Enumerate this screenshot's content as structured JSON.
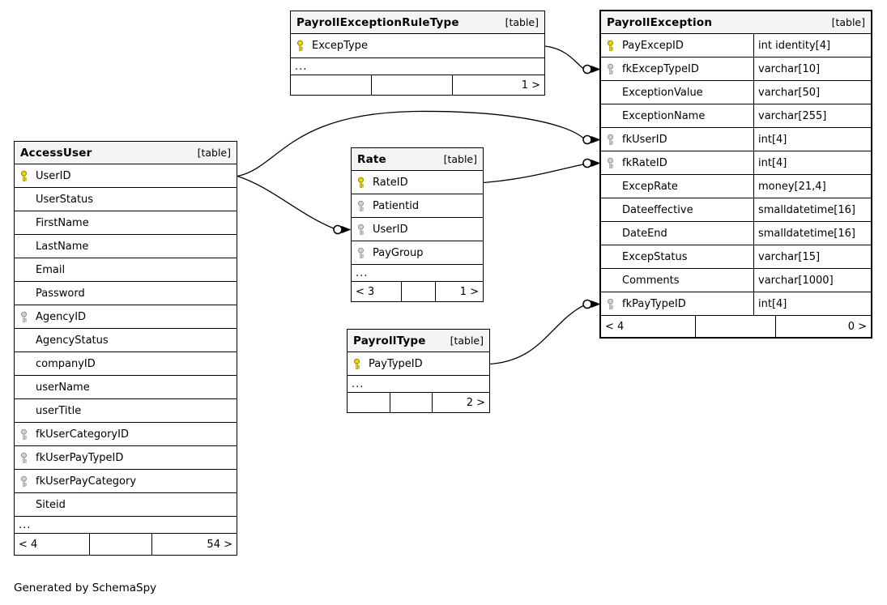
{
  "page": {
    "footer_note": "Generated by SchemaSpy"
  },
  "colors": {
    "background": "#ffffff",
    "border": "#000000",
    "header_bg": "#f4f4f4",
    "primary_key": "#e8d900",
    "primary_key_outline": "#8f8400",
    "foreign_key": "#d2d2d2",
    "foreign_key_outline": "#8f8f8f"
  },
  "tables": [
    {
      "name": "PayrollExceptionRuleType",
      "badge": "[table]",
      "emphasized": false,
      "show_types": false,
      "columns": [
        {
          "name": "ExcepType",
          "key": "primary",
          "type": null
        }
      ],
      "more_indicator": "...",
      "footer": {
        "parents": "",
        "middle": "",
        "children": "1 >"
      }
    },
    {
      "name": "PayrollException",
      "badge": "[table]",
      "emphasized": true,
      "show_types": true,
      "columns": [
        {
          "name": "PayExcepID",
          "key": "primary",
          "type": "int identity[4]"
        },
        {
          "name": "fkExcepTypeID",
          "key": "foreign",
          "type": "varchar[10]"
        },
        {
          "name": "ExceptionValue",
          "key": null,
          "type": "varchar[50]"
        },
        {
          "name": "ExceptionName",
          "key": null,
          "type": "varchar[255]"
        },
        {
          "name": "fkUserID",
          "key": "foreign",
          "type": "int[4]"
        },
        {
          "name": "fkRateID",
          "key": "foreign",
          "type": "int[4]"
        },
        {
          "name": "ExcepRate",
          "key": null,
          "type": "money[21,4]"
        },
        {
          "name": "Dateeffective",
          "key": null,
          "type": "smalldatetime[16]"
        },
        {
          "name": "DateEnd",
          "key": null,
          "type": "smalldatetime[16]"
        },
        {
          "name": "ExcepStatus",
          "key": null,
          "type": "varchar[15]"
        },
        {
          "name": "Comments",
          "key": null,
          "type": "varchar[1000]"
        },
        {
          "name": "fkPayTypeID",
          "key": "foreign",
          "type": "int[4]"
        }
      ],
      "more_indicator": null,
      "footer": {
        "parents": "< 4",
        "middle": "",
        "children": "0 >"
      }
    },
    {
      "name": "AccessUser",
      "badge": "[table]",
      "emphasized": false,
      "show_types": false,
      "columns": [
        {
          "name": "UserID",
          "key": "primary",
          "type": null
        },
        {
          "name": "UserStatus",
          "key": null,
          "type": null
        },
        {
          "name": "FirstName",
          "key": null,
          "type": null
        },
        {
          "name": "LastName",
          "key": null,
          "type": null
        },
        {
          "name": "Email",
          "key": null,
          "type": null
        },
        {
          "name": "Password",
          "key": null,
          "type": null
        },
        {
          "name": "AgencyID",
          "key": "foreign",
          "type": null
        },
        {
          "name": "AgencyStatus",
          "key": null,
          "type": null
        },
        {
          "name": "companyID",
          "key": null,
          "type": null
        },
        {
          "name": "userName",
          "key": null,
          "type": null
        },
        {
          "name": "userTitle",
          "key": null,
          "type": null
        },
        {
          "name": "fkUserCategoryID",
          "key": "foreign",
          "type": null
        },
        {
          "name": "fkUserPayTypeID",
          "key": "foreign",
          "type": null
        },
        {
          "name": "fkUserPayCategory",
          "key": "foreign",
          "type": null
        },
        {
          "name": "Siteid",
          "key": null,
          "type": null
        }
      ],
      "more_indicator": "...",
      "footer": {
        "parents": "< 4",
        "middle": "",
        "children": "54 >"
      }
    },
    {
      "name": "Rate",
      "badge": "[table]",
      "emphasized": false,
      "show_types": false,
      "columns": [
        {
          "name": "RateID",
          "key": "primary",
          "type": null
        },
        {
          "name": "Patientid",
          "key": "foreign",
          "type": null
        },
        {
          "name": "UserID",
          "key": "foreign",
          "type": null
        },
        {
          "name": "PayGroup",
          "key": "foreign",
          "type": null
        }
      ],
      "more_indicator": "...",
      "footer": {
        "parents": "< 3",
        "middle": "",
        "children": "1 >"
      }
    },
    {
      "name": "PayrollType",
      "badge": "[table]",
      "emphasized": false,
      "show_types": false,
      "columns": [
        {
          "name": "PayTypeID",
          "key": "primary",
          "type": null
        }
      ],
      "more_indicator": "...",
      "footer": {
        "parents": "",
        "middle": "",
        "children": "2 >"
      }
    }
  ],
  "relationships": [
    {
      "from_table": "PayrollExceptionRuleType",
      "from_column": "ExcepType",
      "to_table": "PayrollException",
      "to_column": "fkExcepTypeID"
    },
    {
      "from_table": "AccessUser",
      "from_column": "UserID",
      "to_table": "PayrollException",
      "to_column": "fkUserID"
    },
    {
      "from_table": "AccessUser",
      "from_column": "UserID",
      "to_table": "Rate",
      "to_column": "UserID"
    },
    {
      "from_table": "Rate",
      "from_column": "RateID",
      "to_table": "PayrollException",
      "to_column": "fkRateID"
    },
    {
      "from_table": "PayrollType",
      "from_column": "PayTypeID",
      "to_table": "PayrollException",
      "to_column": "fkPayTypeID"
    }
  ]
}
